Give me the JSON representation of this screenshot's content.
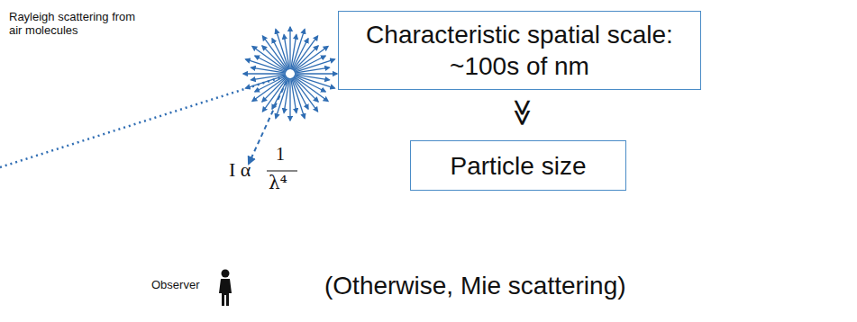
{
  "diagram": {
    "nodes": [
      {
        "text": [
          "Characteristic spatial scale: ~100s of nm"
        ]
      },
      {
        "text": [
          "Particle size"
        ]
      }
    ],
    "labels": [
      "Rayleigh scattering from air molecules",
      "I α",
      "1",
      "λ⁴",
      "Observer",
      "≫",
      "(Otherwise, Mie scattering)"
    ]
  }
}
